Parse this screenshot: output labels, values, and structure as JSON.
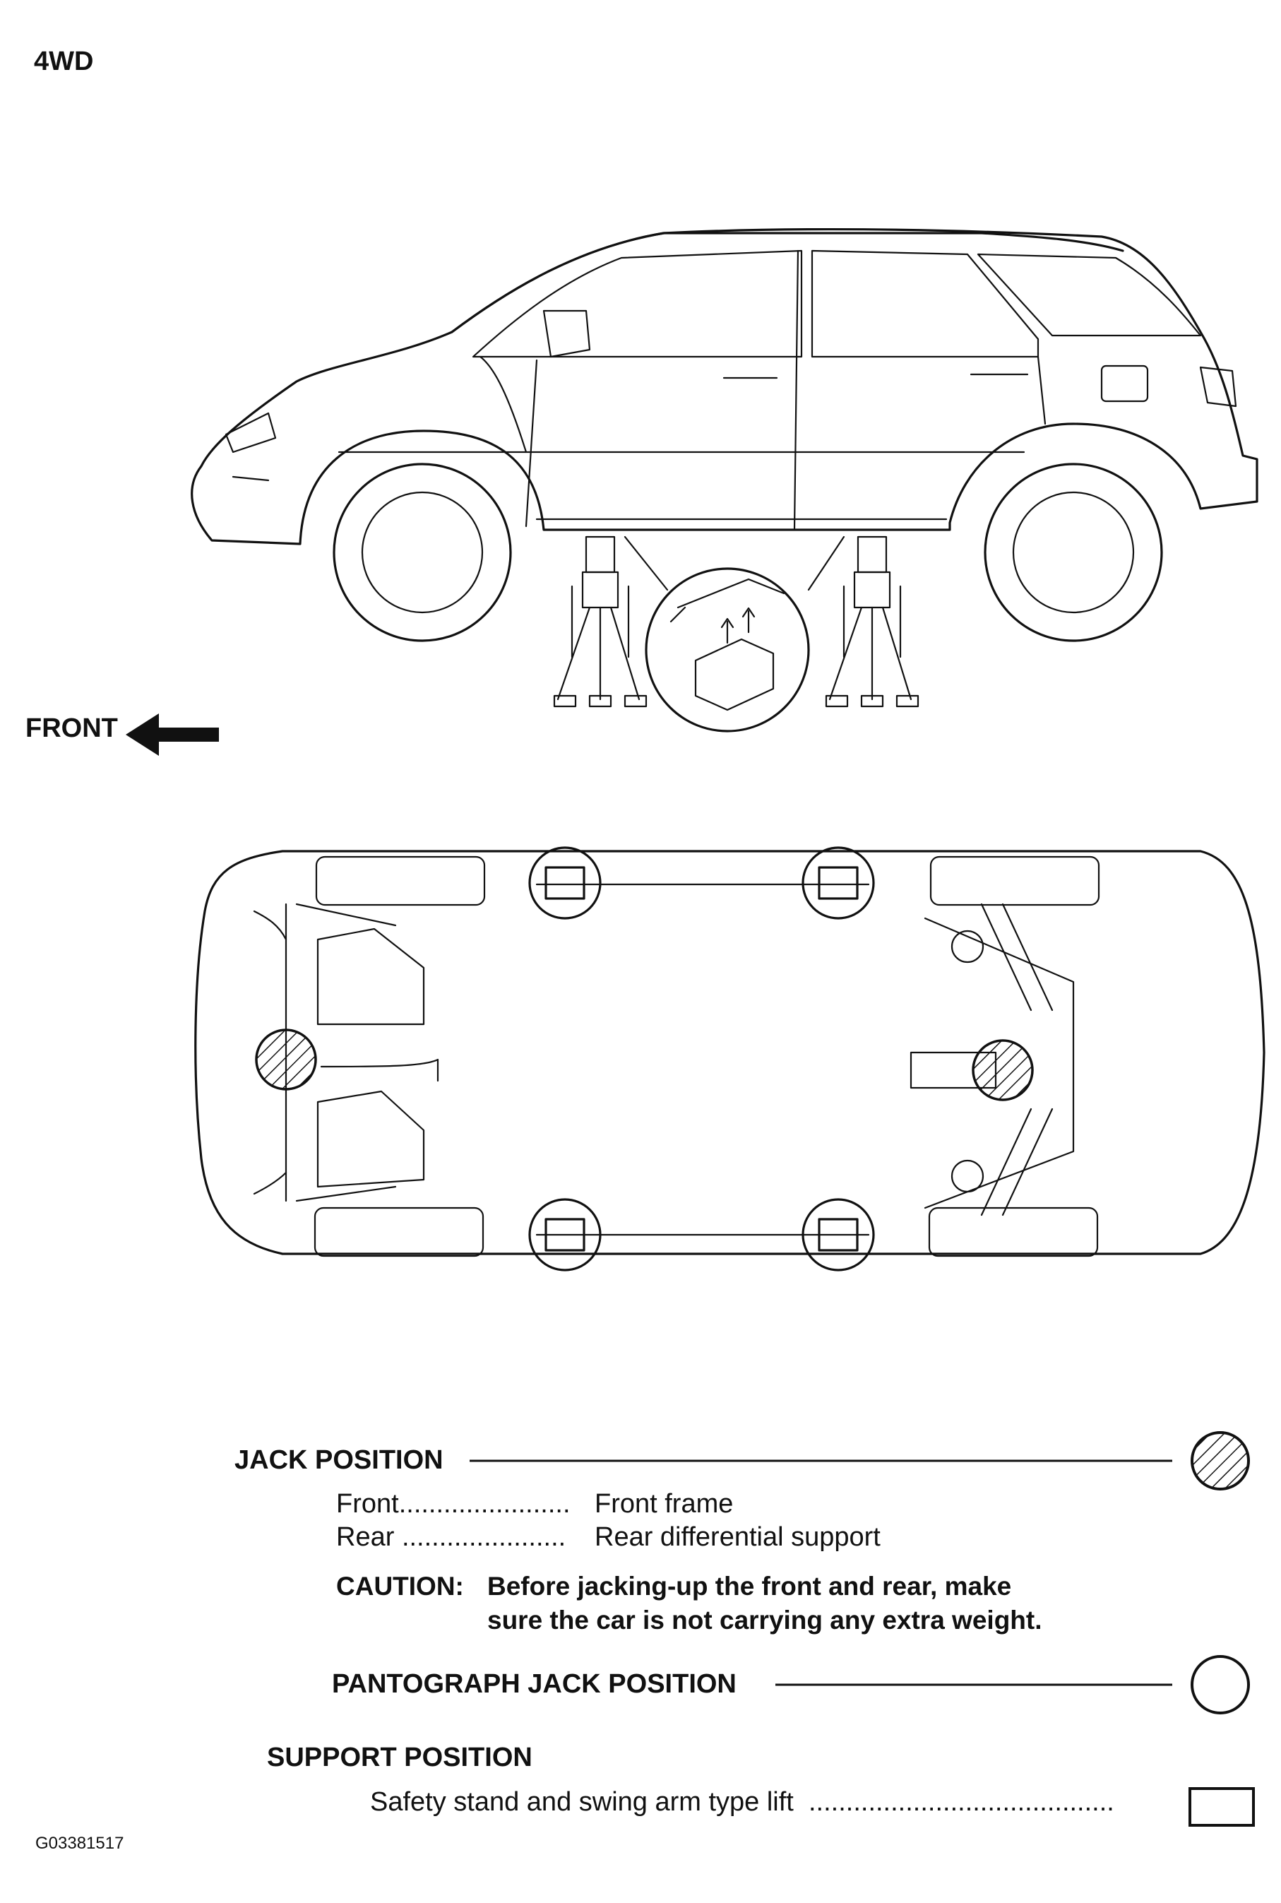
{
  "header": {
    "tag": "4WD"
  },
  "side_view": {
    "front_label": "FRONT",
    "icons": [
      "car-side-icon",
      "jack-stand-icon",
      "lift-pad-icon",
      "arrow-left-icon"
    ]
  },
  "underbody": {
    "icons": [
      "car-underbody-icon",
      "jack-point-icon",
      "support-point-icon"
    ]
  },
  "legend": {
    "jack_position": {
      "title": "JACK POSITION",
      "symbol": "hatched-circle-icon",
      "rows": [
        {
          "label": "Front",
          "dots": ".......................",
          "value": "Front frame"
        },
        {
          "label": "Rear",
          "dots": "......................",
          "value": "Rear differential support"
        }
      ],
      "caution_label": "CAUTION:",
      "caution_text": [
        "Before jacking-up the front and rear, make",
        "sure the car is not carrying any extra weight."
      ]
    },
    "pantograph": {
      "title": "PANTOGRAPH JACK POSITION",
      "symbol": "open-circle-icon"
    },
    "support": {
      "title": "SUPPORT POSITION",
      "row_label": "Safety stand and swing arm type lift",
      "dots": ".........................................",
      "symbol": "open-rectangle-icon"
    }
  },
  "figure_id": "G03381517",
  "colors": {
    "line": "#111111",
    "background": "#ffffff"
  }
}
